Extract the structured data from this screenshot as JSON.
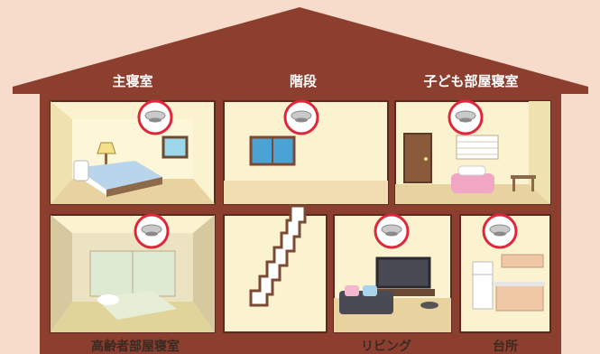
{
  "colors": {
    "background": "#f7dccb",
    "house_frame": "#8c3f2e",
    "room_wall": "#fbf3cf",
    "room_floor": "#f0deb0",
    "smoke_detector_ring": "#e0263b"
  },
  "rooms": [
    {
      "label": "主寝室",
      "icon": "smoke-detector-icon"
    },
    {
      "label": "階段",
      "icon": "smoke-detector-icon"
    },
    {
      "label": "子ども部屋寝室",
      "icon": "smoke-detector-icon"
    },
    {
      "label": "高齢者部屋寝室",
      "icon": "smoke-detector-icon"
    },
    {
      "label": "リビング",
      "icon": "smoke-detector-icon"
    },
    {
      "label": "台所",
      "icon": "smoke-detector-icon"
    }
  ]
}
